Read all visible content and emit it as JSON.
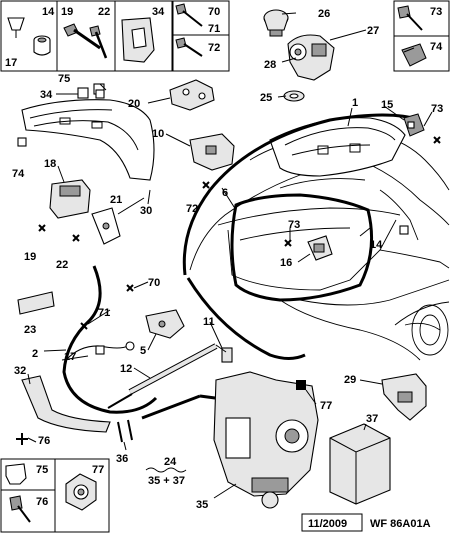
{
  "labels": {
    "l1": "1",
    "l2": "2",
    "l5": "5",
    "l6": "6",
    "l10": "10",
    "l11": "11",
    "l12": "12",
    "l14": "14",
    "l15": "15",
    "l16": "16",
    "l17": "17",
    "l18": "18",
    "l19": "19",
    "l20": "20",
    "l21": "21",
    "l22": "22",
    "l23": "23",
    "l24": "24",
    "l25": "25",
    "l26": "26",
    "l27": "27",
    "l28": "28",
    "l29": "29",
    "l30": "30",
    "l32": "32",
    "l34": "34",
    "l35": "35",
    "l36": "36",
    "l37": "37",
    "l70": "70",
    "l71": "71",
    "l72": "72",
    "l73a": "73",
    "l73b": "73",
    "l74": "74",
    "l75": "75",
    "l76": "76",
    "l77": "77",
    "l24sum": "35 + 37"
  },
  "boxes": {
    "b14": "14",
    "b17": "17",
    "b19": "19",
    "b22": "22",
    "b34": "34",
    "b70": "70",
    "b71": "71",
    "b72": "72",
    "b73": "73",
    "b74": "74",
    "b75": "75",
    "b76": "76",
    "b77": "77"
  },
  "footer": {
    "date": "11/2009",
    "ref": "WF 86A01A"
  }
}
